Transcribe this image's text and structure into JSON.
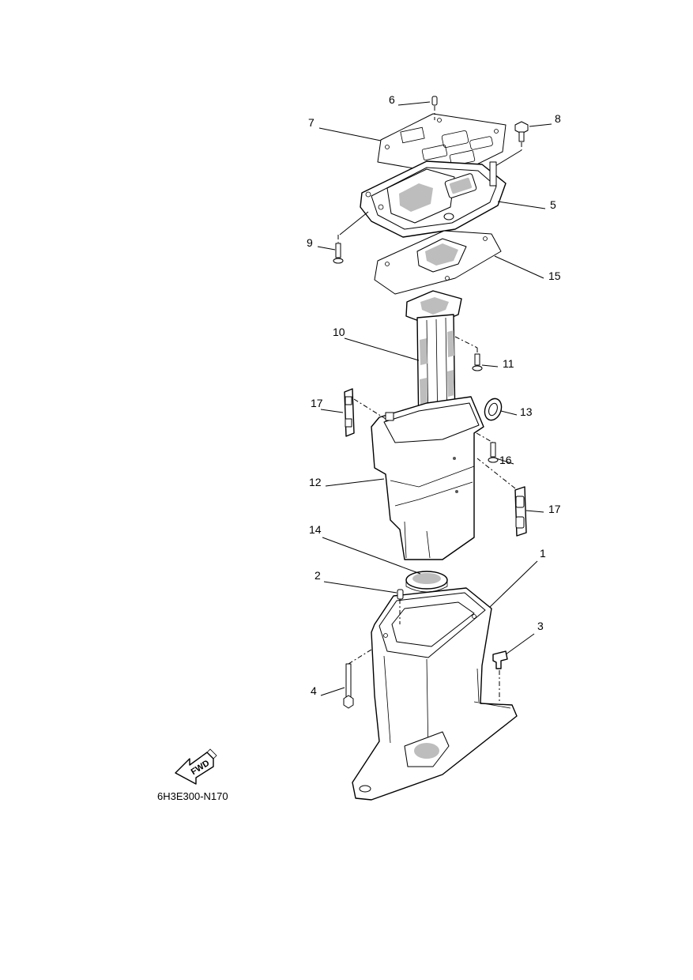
{
  "diagram": {
    "figure_code": "6H3E300-N170",
    "fwd_label": "FWD",
    "callouts": [
      "6",
      "7",
      "8",
      "5",
      "9",
      "15",
      "10",
      "11",
      "17",
      "13",
      "16",
      "12",
      "17",
      "14",
      "1",
      "2",
      "3",
      "4"
    ]
  }
}
